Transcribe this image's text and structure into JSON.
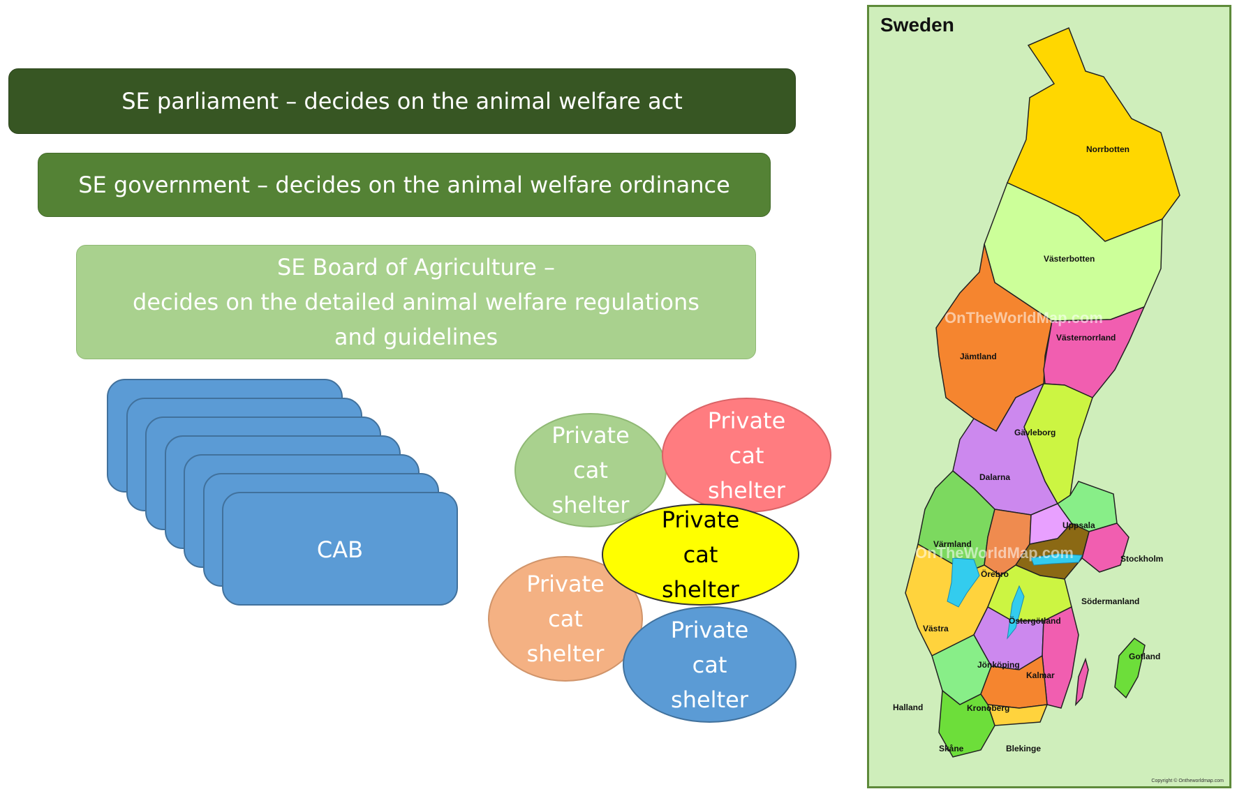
{
  "hierarchy": {
    "parliament": "SE parliament – decides on the animal welfare act",
    "government": "SE government – decides on the animal welfare ordinance",
    "board": [
      "SE Board of Agriculture –",
      "decides on the detailed animal welfare regulations",
      "and guidelines"
    ]
  },
  "cab": {
    "label": "CAB",
    "card_count": 7
  },
  "shelters": [
    {
      "lines": [
        "Private",
        "cat",
        "shelter"
      ],
      "color": "#a9d18e",
      "border": "#8fb874"
    },
    {
      "lines": [
        "Private",
        "cat",
        "shelter"
      ],
      "color": "#ff7c80",
      "border": "#d96366"
    },
    {
      "lines": [
        "Private",
        "cat",
        "shelter"
      ],
      "color": "#f4b183",
      "border": "#d0946a"
    },
    {
      "lines": [
        "Private",
        "cat",
        "shelter"
      ],
      "color": "#5b9bd5",
      "border": "#41719c"
    },
    {
      "lines": [
        "Private",
        "cat",
        "shelter"
      ],
      "color": "#ffff00",
      "border": "#333333",
      "text_color": "#000000"
    }
  ],
  "map": {
    "title": "Sweden",
    "regions": [
      "Norrbotten",
      "Västerbotten",
      "Västernorrland",
      "Jämtland",
      "Gävleborg",
      "Dalarna",
      "Uppsala",
      "Värmland",
      "Stockholm",
      "Örebro",
      "Södermanland",
      "Västra",
      "Östergötland",
      "Gotland",
      "Jönköping",
      "Kalmar",
      "Halland",
      "Kronoberg",
      "Skåne",
      "Blekinge"
    ],
    "watermark": "OnTheWorldMap.com",
    "copyright": "Copyright © Ontheworldmap.com"
  }
}
